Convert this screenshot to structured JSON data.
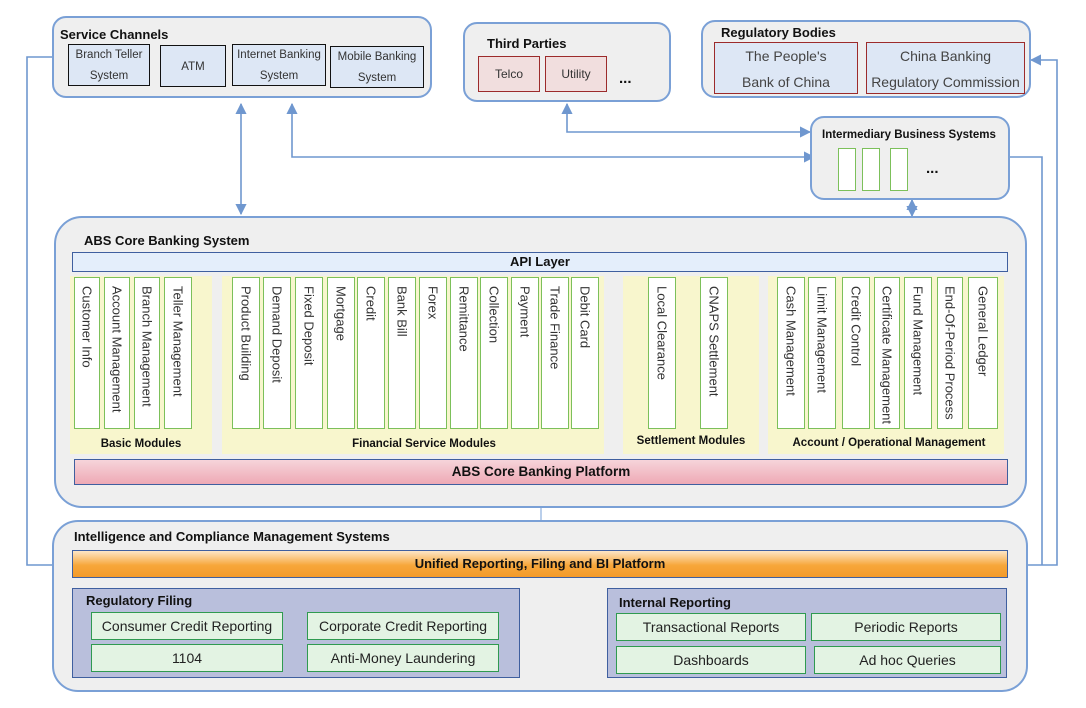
{
  "service_channels": {
    "title": "Service Channels",
    "items": [
      "Branch Teller System",
      "ATM",
      "Internet Banking System",
      "Mobile Banking System"
    ]
  },
  "third_parties": {
    "title": "Third Parties",
    "items": [
      "Telco",
      "Utility"
    ],
    "more": "..."
  },
  "regulatory_bodies": {
    "title": "Regulatory Bodies",
    "items": [
      "The People's Bank of China",
      "China Banking Regulatory Commission"
    ]
  },
  "intermediary": {
    "title": "Intermediary Business Systems",
    "more": "..."
  },
  "core": {
    "title": "ABS Core Banking System",
    "api_layer": "API Layer",
    "platform": "ABS Core Banking Platform",
    "groups": [
      {
        "label": "Basic Modules",
        "modules": [
          "Customer Info",
          "Account Management",
          "Branch Management",
          "Teller Management"
        ]
      },
      {
        "label": "Financial Service Modules",
        "modules": [
          "Product Building",
          "Demand Deposit",
          "Fixed Deposit",
          "Mortgage",
          "Credit",
          "Bank Bill",
          "Forex",
          "Remittance",
          "Collection",
          "Payment",
          "Trade Finance",
          "Debit Card"
        ]
      },
      {
        "label": "Settlement Modules",
        "modules": [
          "Local Clearance",
          "CNAPS Settlement"
        ]
      },
      {
        "label": "Account / Operational Management",
        "modules": [
          "Cash Management",
          "Limit Management",
          "Credit Control",
          "Certificate Management",
          "Fund Management",
          "End-Of-Period Process",
          "General Ledger"
        ]
      }
    ]
  },
  "intelligence": {
    "title": "Intelligence and Compliance Management Systems",
    "unified": "Unified Reporting, Filing and BI Platform",
    "regulatory_filing": {
      "title": "Regulatory Filing",
      "items": [
        "Consumer Credit Reporting",
        "Corporate Credit Reporting",
        "1104",
        "Anti-Money Laundering"
      ]
    },
    "internal_reporting": {
      "title": "Internal Reporting",
      "items": [
        "Transactional Reports",
        "Periodic Reports",
        "Dashboards",
        "Ad hoc Queries"
      ]
    }
  },
  "colors": {
    "panel_border": "#7aa0d6",
    "module_border": "#7cc05a",
    "group_fill": "#f8f6cd",
    "platform_fill": "#f2c0c8",
    "unified_fill": "#f7a73a",
    "filing_fill": "#b9bfdc",
    "red_border": "#9c2b2b"
  }
}
